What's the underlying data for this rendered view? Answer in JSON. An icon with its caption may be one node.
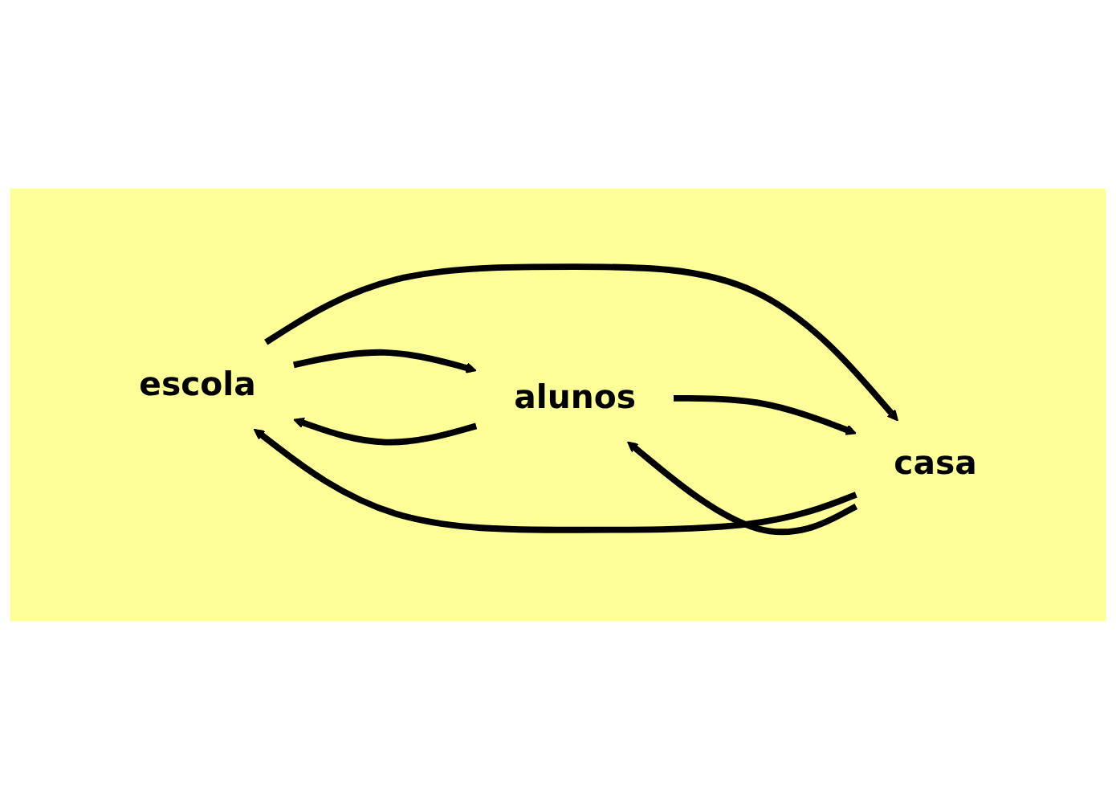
{
  "diagram": {
    "nodes": [
      {
        "text": [],
        "shape": "triangle"
      },
      {
        "text": [
          "escola"
        ],
        "in": 0
      },
      {
        "text": [
          "alunos"
        ],
        "in": 0
      },
      {
        "text": [
          "casa"
        ],
        "in": 0
      }
    ],
    "edges": [
      {
        "from": 2,
        "to": 1,
        "arrow": "to"
      },
      {
        "from": 1,
        "to": 2,
        "arrow": "to"
      },
      {
        "from": 1,
        "to": 3,
        "arrow": "to"
      },
      {
        "from": 3,
        "to": 1,
        "arrow": "to"
      },
      {
        "from": 3,
        "to": 2,
        "arrow": "to"
      },
      {
        "from": 2,
        "to": 3,
        "arrow": "to"
      }
    ]
  }
}
